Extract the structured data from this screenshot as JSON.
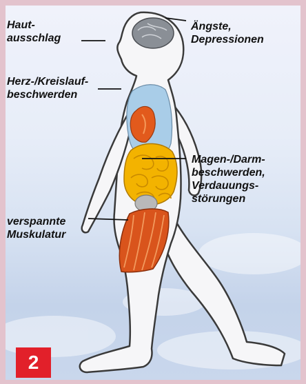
{
  "labels": {
    "skin_rash": "Haut-\nausschlag",
    "anxiety": "Ängste,\nDepressionen",
    "cardiovascular": "Herz-/Kreislauf-\nbeschwerden",
    "gastrointestinal": "Magen-/Darm-\nbeschwerden,\nVerdauungs-\nstörungen",
    "muscles": "verspannte\nMuskulatur"
  },
  "figure_number": "2",
  "colors": {
    "outer_border": "#e3c3cd",
    "badge": "#e2202a",
    "body_fill": "#f6f6f8",
    "body_outline": "#3a3a3a",
    "brain": "#8a8f96",
    "lungs": "#a9cde8",
    "heart": "#e25a1c",
    "intestines": "#f3b300",
    "bladder": "#b9b9b9",
    "muscles": "#d9541c"
  }
}
